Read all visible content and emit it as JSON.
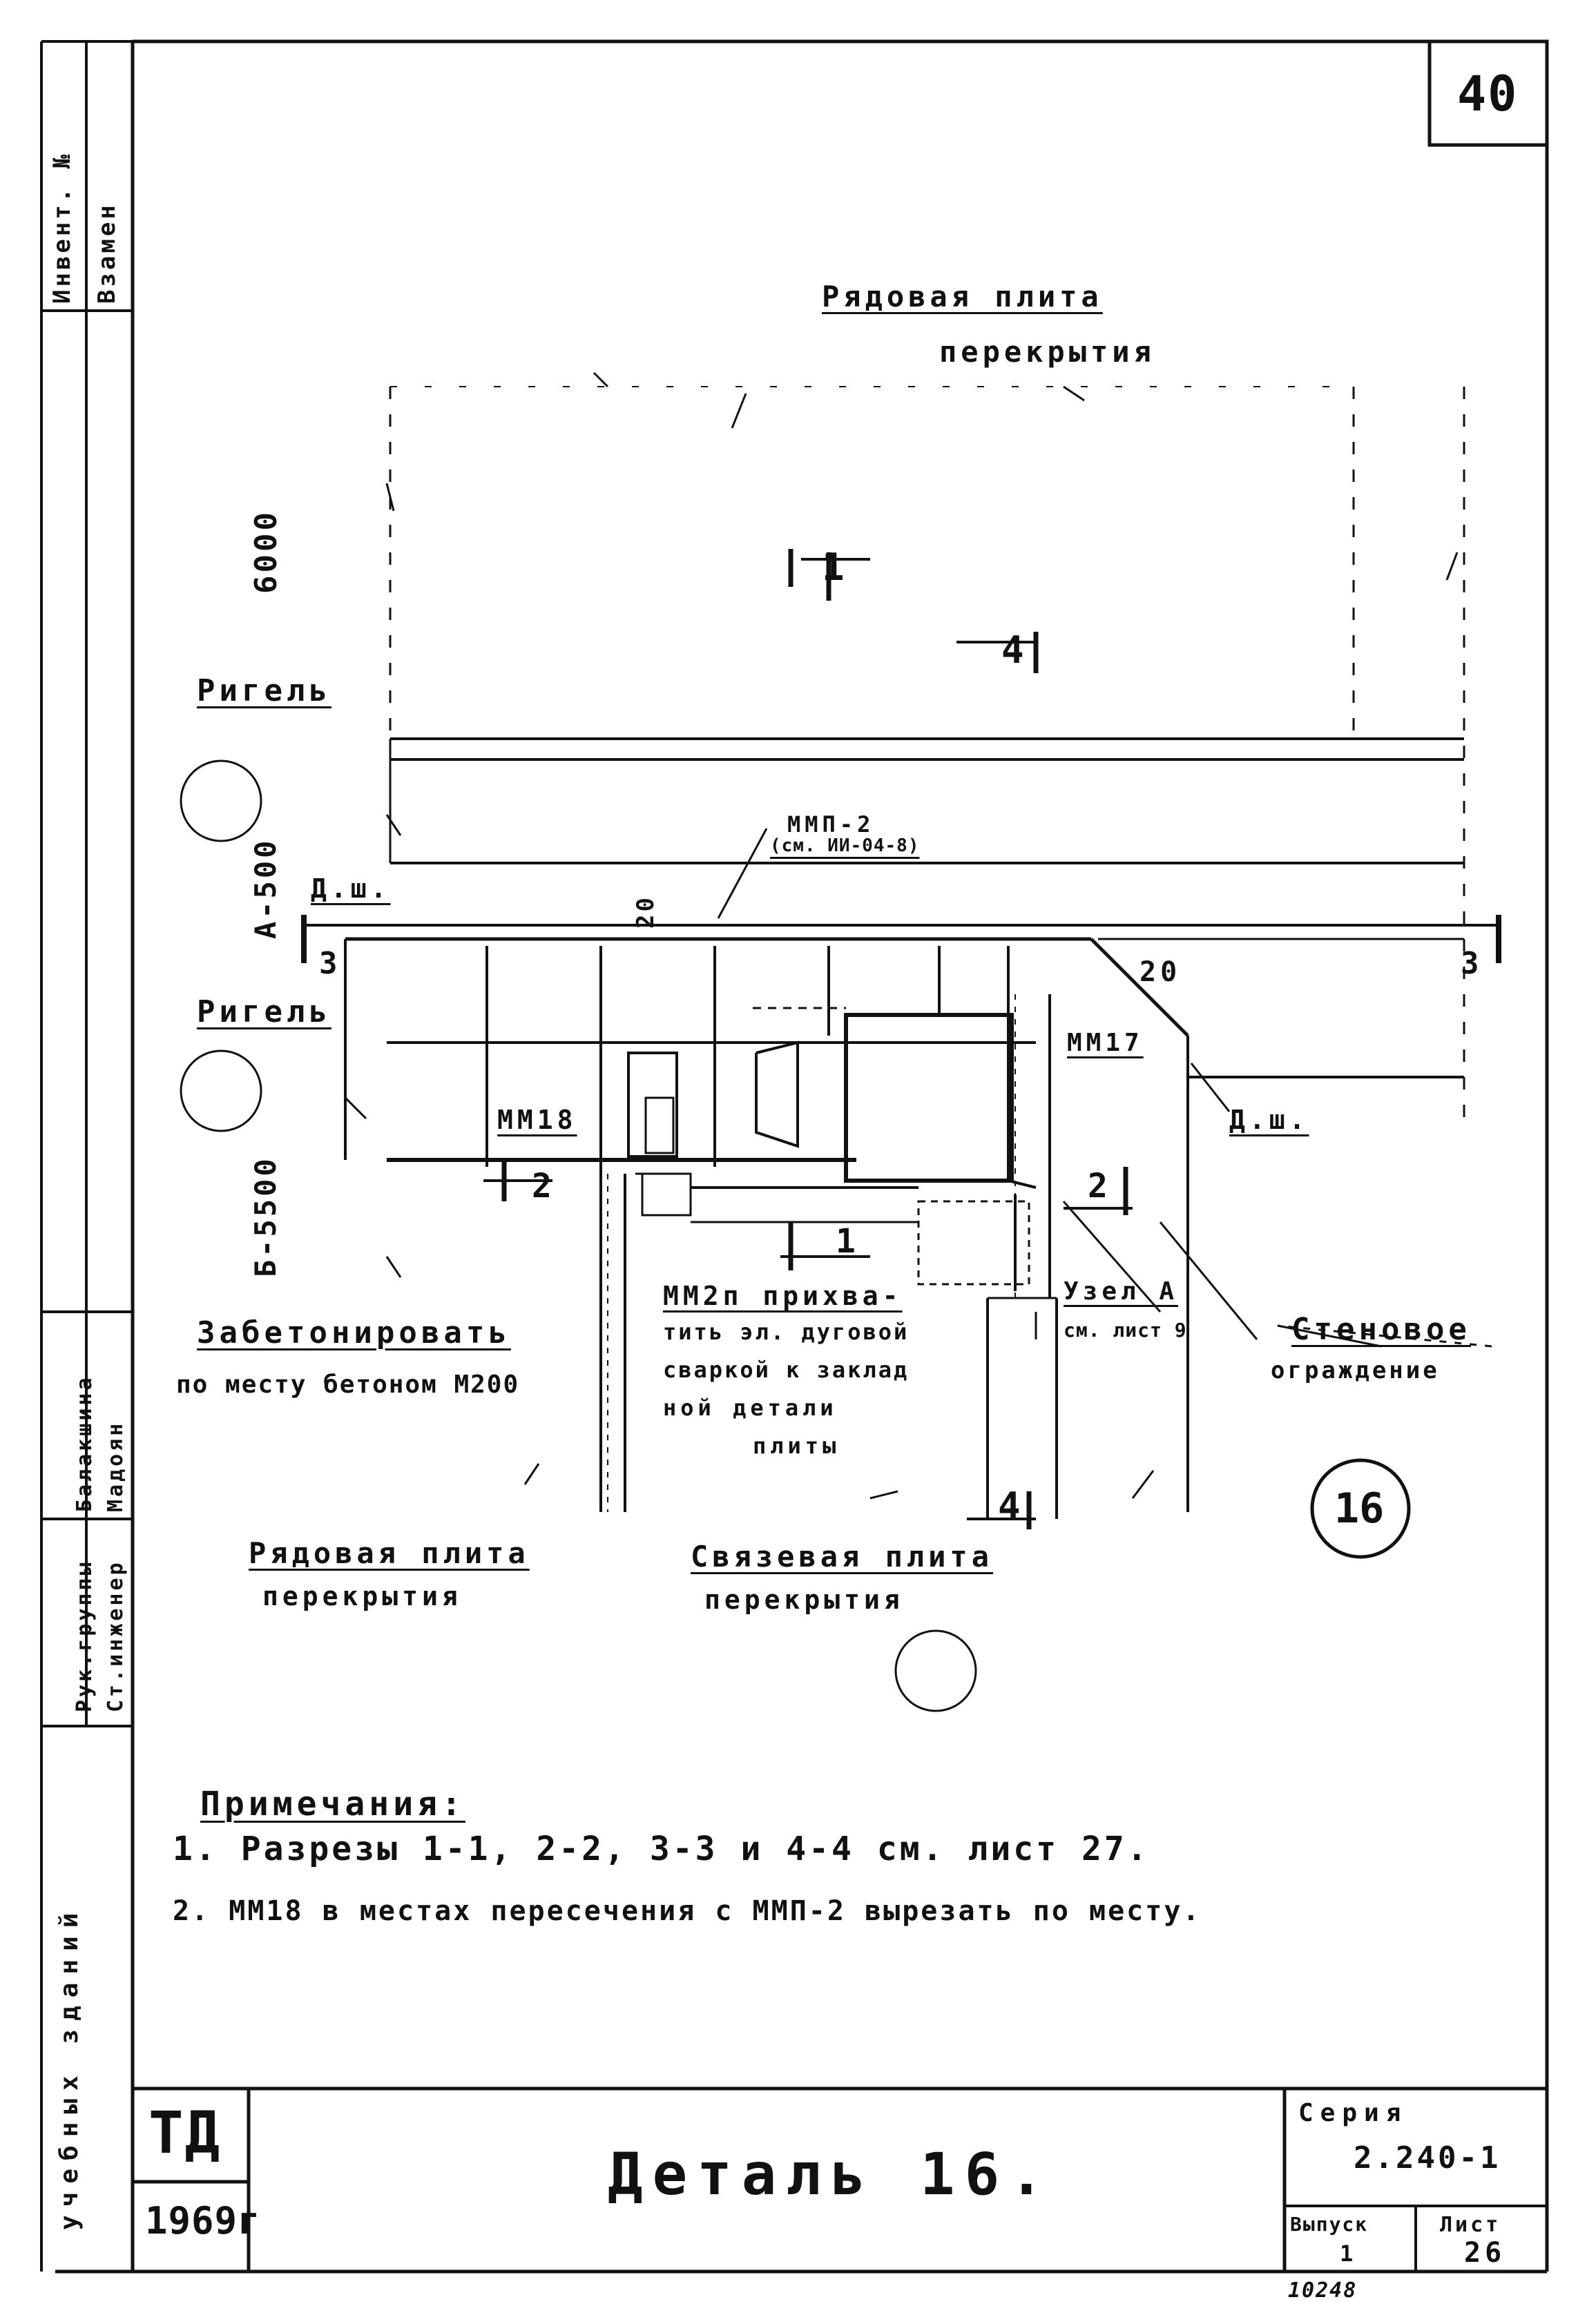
{
  "sheet_number": "40",
  "side_stamp": {
    "inv_label": "Инвент. №",
    "vzamen_label": "Взамен",
    "role_1": "Рук.группы",
    "role_2": "Ст.инженер",
    "name_1": "Балакшина",
    "name_2": "Мадоян",
    "side_note": "учебных зданий"
  },
  "labels": {
    "top_slab_1": "Рядовая плита",
    "top_slab_2": "перекрытия",
    "dim_6000": "6000",
    "rigel_top": "Ригель",
    "rigel_mid": "Ригель",
    "axis_a": "А-500",
    "axis_b": "Б-5500",
    "dsh_left": "Д.ш.",
    "dsh_right": "Д.ш.",
    "mmp2": "ММП-2",
    "mmp2_ref": "(см. ИИ-04-8)",
    "num_20a": "20",
    "num_20b": "20",
    "sec3_left": "3",
    "sec3_right": "3",
    "mm17": "ММ17",
    "mm18": "ММ18",
    "sec1_top": "1",
    "sec1_bot": "1",
    "sec2_left": "2",
    "sec2_right": "2",
    "sec4_top": "4",
    "sec4_bot": "4",
    "concrete_1": "Забетонировать",
    "concrete_2": "по месту бетоном М200",
    "mm2p_1": "ММ2п прихва-",
    "mm2p_2": "тить эл. дуговой",
    "mm2p_3": "сваркой к заклад",
    "mm2p_4": "ной детали",
    "mm2p_5": "плиты",
    "node_a_1": "Узел А",
    "node_a_2": "см. лист 9",
    "wall_1": "Стеновое",
    "wall_2": "ограждение",
    "detail_circle": "16",
    "bot_slab_1": "Рядовая плита",
    "bot_slab_2": "перекрытия",
    "link_slab_1": "Связевая плита",
    "link_slab_2": "перекрытия"
  },
  "notes": {
    "title": "Примечания:",
    "n1": "1. Разрезы 1-1, 2-2, 3-3 и 4-4 см. лист 27.",
    "n2": "2. ММ18 в местах пересечения с ММП-2 вырезать по месту."
  },
  "title_block": {
    "td": "ТД",
    "year": "1969г",
    "title": "Деталь 16.",
    "series_label": "Серия",
    "series_value": "2.240-1",
    "issue_label": "Выпуск",
    "issue_value": "1",
    "sheet_label": "Лист",
    "sheet_value": "26"
  },
  "footer": {
    "code": "10248"
  }
}
